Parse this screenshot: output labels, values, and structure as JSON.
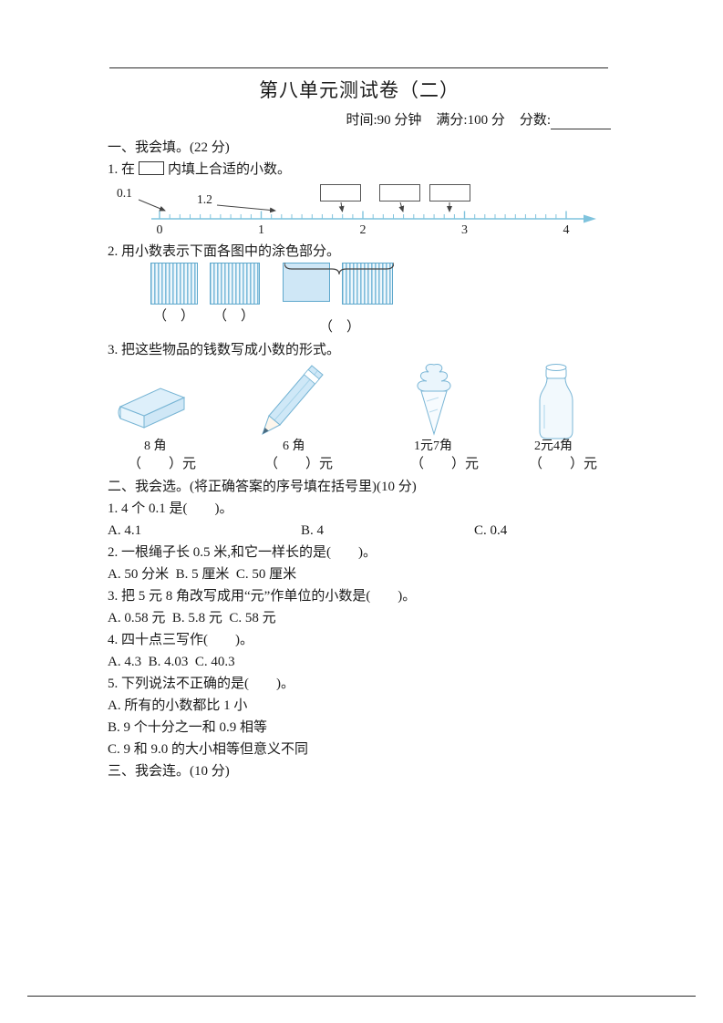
{
  "page": {
    "title": "第八单元测试卷（二）",
    "info": {
      "time": "时间:90 分钟",
      "full_score": "满分:100 分",
      "score_label": "分数:"
    }
  },
  "section1": {
    "heading": "一、我会填。(22 分)",
    "q1": {
      "pre": "1. 在",
      "post": "内填上合适的小数。"
    },
    "numberline": {
      "label1": "0.1",
      "label2": "1.2",
      "axis_labels": [
        "0",
        "1",
        "2",
        "3",
        "4"
      ]
    },
    "q2": {
      "text": "2. 用小数表示下面各图中的涂色部分。",
      "blanks": [
        "（　）",
        "（　）",
        "（　）"
      ]
    },
    "q3": {
      "text": "3. 把这些物品的钱数写成小数的形式。",
      "items": [
        {
          "name": "eraser",
          "price": "8 角",
          "blank": "（　　）元"
        },
        {
          "name": "pencil",
          "price": "6 角",
          "blank": "（　　）元"
        },
        {
          "name": "ice-cream",
          "price": "1元7角",
          "blank": "（　　）元"
        },
        {
          "name": "milk-bottle",
          "price": "2元4角",
          "blank": "（　　）元"
        }
      ]
    }
  },
  "section2": {
    "heading": "二、我会选。(将正确答案的序号填在括号里)(10 分)",
    "questions": [
      {
        "text": "1. 4 个 0.1 是(　　)。",
        "options": [
          "A. 4.1",
          "B. 4",
          "C. 0.4"
        ]
      },
      {
        "text": "2. 一根绳子长 0.5 米,和它一样长的是(　　)。",
        "options_line": "A. 50 分米  B. 5 厘米  C. 50 厘米"
      },
      {
        "text": "3. 把 5 元 8 角改写成用“元”作单位的小数是(　　)。",
        "options_line": "A. 0.58 元  B. 5.8 元  C. 58 元"
      },
      {
        "text": "4. 四十点三写作(　　)。",
        "options_line": "A. 4.3  B. 4.03  C. 40.3"
      },
      {
        "text": "5. 下列说法不正确的是(　　)。",
        "options_multiline": [
          "A. 所有的小数都比 1 小",
          "B. 9 个十分之一和 0.9 相等",
          "C. 9 和 9.0 的大小相等但意义不同"
        ]
      }
    ]
  },
  "section3": {
    "heading": "三、我会连。(10 分)"
  }
}
